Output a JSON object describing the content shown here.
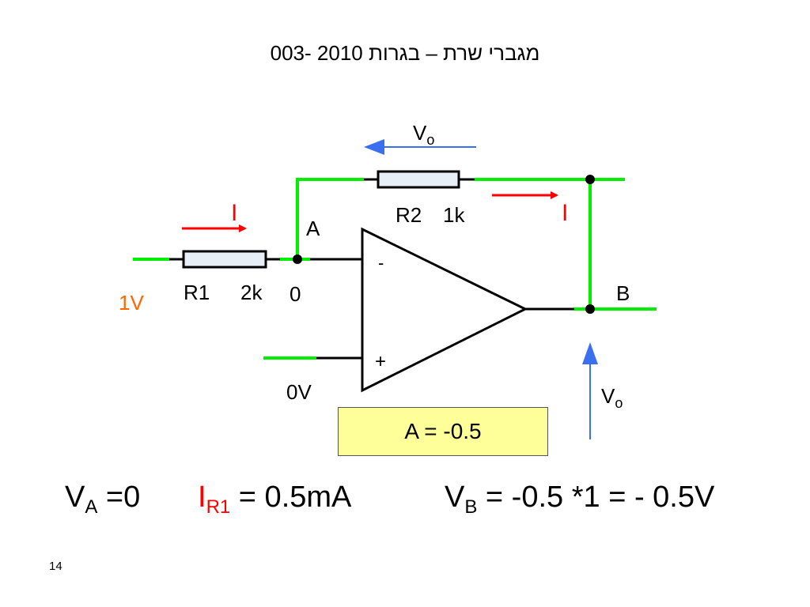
{
  "slide": {
    "title": "מגברי שרת – בגרות 2010 -003",
    "page_number": "14"
  },
  "circuit": {
    "vo_top_label": "V",
    "vo_top_sub": "o",
    "i_left_label": "I",
    "i_right_label": "I",
    "r2_label": "R2",
    "r2_value": "1k",
    "node_a_label": "A",
    "minus_sign": "-",
    "plus_sign": "+",
    "r1_label": "R1",
    "r1_value": "2k",
    "node_a_value": "0",
    "input_voltage": "1V",
    "node_b_label": "B",
    "ground_input": "0V",
    "vo_right_label": "V",
    "vo_right_sub": "o"
  },
  "result_box": {
    "text": "A = -0.5"
  },
  "equations": {
    "va": {
      "main": "V",
      "sub": "A",
      "rest": " =0"
    },
    "ir1": {
      "main": "I",
      "sub": "R1",
      "rest": " =  0.5mA"
    },
    "vb": {
      "main": "V",
      "sub": "B",
      "rest": " = -0.5 *1 = - 0.5V"
    }
  },
  "colors": {
    "wire": "#00ee00",
    "lead": "#000000",
    "resistor_fill": "#e8eef6",
    "current_arrow": "#ff0000",
    "voltage_arrow": "#3a70f0",
    "input_voltage_text": "#ff6600",
    "box_fill": "#ffff99"
  }
}
